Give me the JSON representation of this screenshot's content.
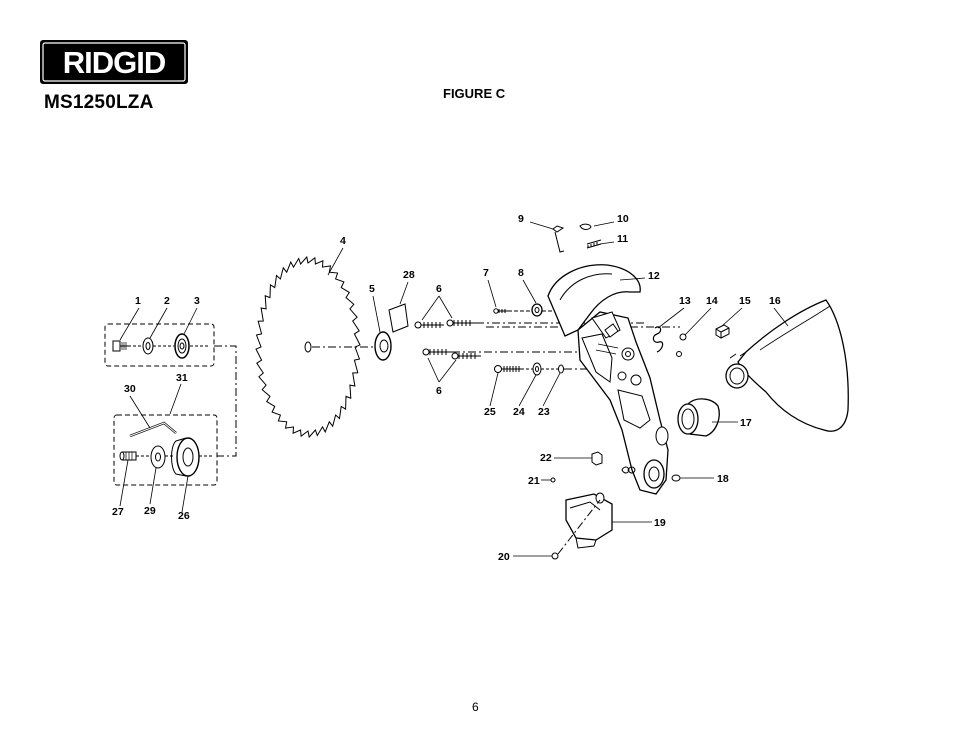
{
  "brand": {
    "logo_text": "RIDGID"
  },
  "header": {
    "model": "MS1250LZA",
    "figure_title": "FIGURE C"
  },
  "footer": {
    "page_number": "6"
  },
  "callouts": [
    {
      "id": "c1",
      "label": "1"
    },
    {
      "id": "c2",
      "label": "2"
    },
    {
      "id": "c3",
      "label": "3"
    },
    {
      "id": "c4",
      "label": "4"
    },
    {
      "id": "c5",
      "label": "5"
    },
    {
      "id": "c6a",
      "label": "6"
    },
    {
      "id": "c6b",
      "label": "6"
    },
    {
      "id": "c7",
      "label": "7"
    },
    {
      "id": "c8",
      "label": "8"
    },
    {
      "id": "c9",
      "label": "9"
    },
    {
      "id": "c10",
      "label": "10"
    },
    {
      "id": "c11",
      "label": "11"
    },
    {
      "id": "c12",
      "label": "12"
    },
    {
      "id": "c13",
      "label": "13"
    },
    {
      "id": "c14",
      "label": "14"
    },
    {
      "id": "c15",
      "label": "15"
    },
    {
      "id": "c16",
      "label": "16"
    },
    {
      "id": "c17",
      "label": "17"
    },
    {
      "id": "c18",
      "label": "18"
    },
    {
      "id": "c19",
      "label": "19"
    },
    {
      "id": "c20",
      "label": "20"
    },
    {
      "id": "c21",
      "label": "21"
    },
    {
      "id": "c22",
      "label": "22"
    },
    {
      "id": "c23",
      "label": "23"
    },
    {
      "id": "c24",
      "label": "24"
    },
    {
      "id": "c25",
      "label": "25"
    },
    {
      "id": "c26",
      "label": "26"
    },
    {
      "id": "c27",
      "label": "27"
    },
    {
      "id": "c28",
      "label": "28"
    },
    {
      "id": "c29",
      "label": "29"
    },
    {
      "id": "c30",
      "label": "30"
    },
    {
      "id": "c31",
      "label": "31"
    }
  ]
}
